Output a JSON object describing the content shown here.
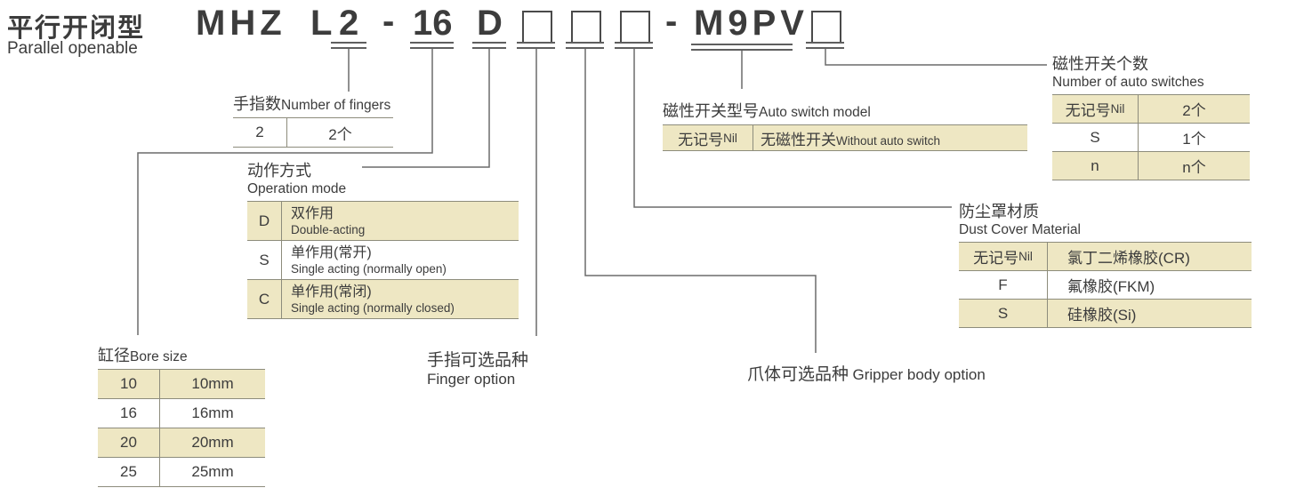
{
  "colors": {
    "highlight_beige": "#EEE7C3",
    "table_border": "#8D8C7C",
    "connector_gray": "#6B6B6B",
    "text": "#3C3C3C"
  },
  "header": {
    "title_zh": "平行开闭型",
    "title_en": "Parallel openable"
  },
  "code": {
    "series": "MHZ",
    "variant": "L",
    "fingers": "2",
    "dash1": "-",
    "bore": "16",
    "operation": "D",
    "dash2": "-",
    "switch_model": "M9PV"
  },
  "fingers_table": {
    "title_zh": "手指数",
    "title_en": "Number of fingers",
    "rows": [
      {
        "code": "2",
        "desc": "2个"
      }
    ]
  },
  "operation_table": {
    "title_zh": "动作方式",
    "title_en": "Operation mode",
    "rows": [
      {
        "code": "D",
        "zh": "双作用",
        "en": "Double-acting"
      },
      {
        "code": "S",
        "zh": "单作用(常开)",
        "en": "Single acting (normally open)"
      },
      {
        "code": "C",
        "zh": "单作用(常闭)",
        "en": "Single acting (normally closed)"
      }
    ]
  },
  "bore_table": {
    "title_zh": "缸径",
    "title_en": "Bore size",
    "rows": [
      {
        "code": "10",
        "desc": "10mm"
      },
      {
        "code": "16",
        "desc": "16mm"
      },
      {
        "code": "20",
        "desc": "20mm"
      },
      {
        "code": "25",
        "desc": "25mm"
      }
    ]
  },
  "auto_switch_table": {
    "title_zh": "磁性开关型号",
    "title_en": "Auto switch model",
    "rows": [
      {
        "code_zh": "无记号",
        "code_en": "Nil",
        "desc_zh": "无磁性开关",
        "desc_en": "Without auto switch"
      }
    ]
  },
  "switch_count_table": {
    "title_zh": "磁性开关个数",
    "title_en": "Number of auto switches",
    "rows": [
      {
        "code_zh": "无记号",
        "code_en": "Nil",
        "desc": "2个"
      },
      {
        "code_zh": "S",
        "code_en": "",
        "desc": "1个"
      },
      {
        "code_zh": "n",
        "code_en": "",
        "desc": "n个"
      }
    ]
  },
  "dust_table": {
    "title_zh": "防尘罩材质",
    "title_en": "Dust Cover Material",
    "rows": [
      {
        "code_zh": "无记号",
        "code_en": "Nil",
        "desc": "氯丁二烯橡胶(CR)"
      },
      {
        "code_zh": "F",
        "code_en": "",
        "desc": "氟橡胶(FKM)"
      },
      {
        "code_zh": "S",
        "code_en": "",
        "desc": "硅橡胶(Si)"
      }
    ]
  },
  "finger_option": {
    "zh": "手指可选品种",
    "en": "Finger option"
  },
  "gripper_option": {
    "zh": "爪体可选品种",
    "en": "Gripper body option"
  }
}
